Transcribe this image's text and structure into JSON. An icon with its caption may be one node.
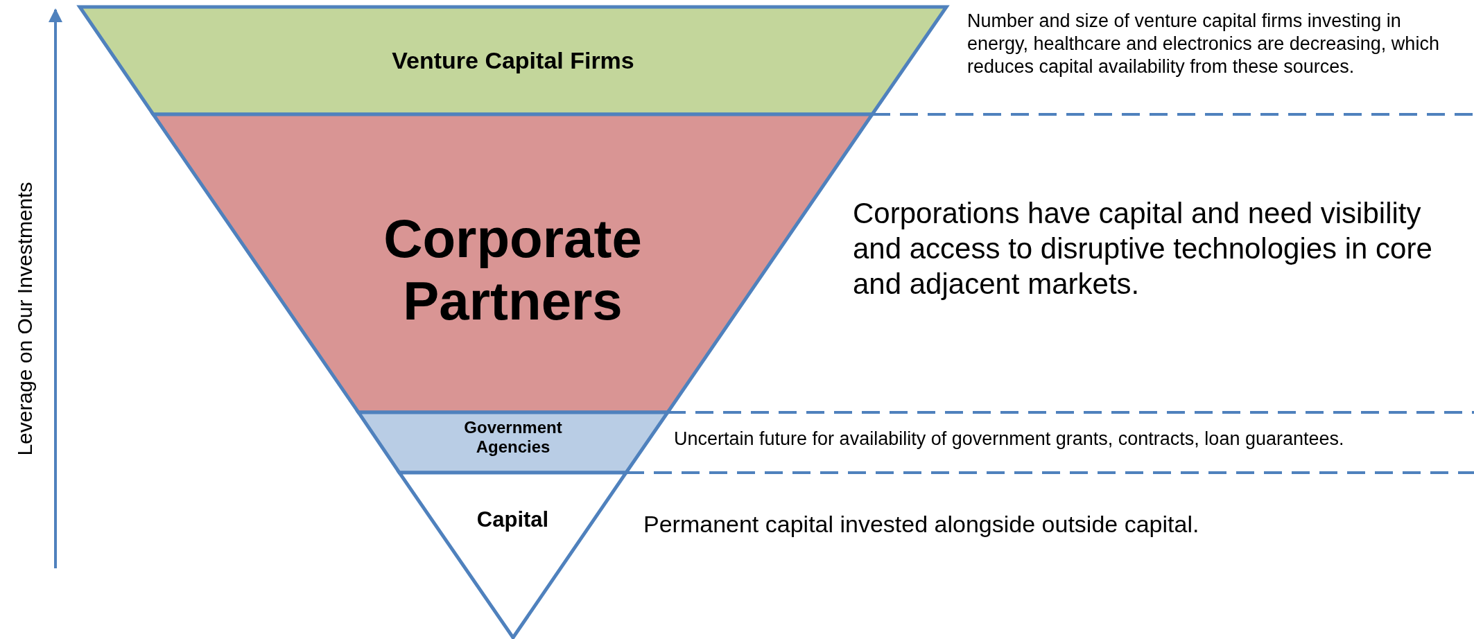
{
  "diagram": {
    "nodes": [
      {
        "text": [
          "Venture Capital Firms"
        ],
        "beside": [
          "Number and size of venture capital firms investing in energy, healthcare and electronics are decreasing, which reduces capital availability from these sources."
        ]
      },
      {
        "text": [
          "Corporate Partners"
        ],
        "beside": [
          "Corporations have capital and need visibility and access to disruptive technologies in core and adjacent markets."
        ]
      },
      {
        "text": [
          "Government Agencies"
        ],
        "beside": [
          "Uncertain future for availability of government grants, contracts, loan guarantees."
        ]
      },
      {
        "text": [
          "Capital"
        ],
        "beside": [
          "Permanent capital invested alongside outside capital."
        ]
      }
    ],
    "edges": [],
    "labels": [
      "Leverage on Our Investments"
    ]
  }
}
